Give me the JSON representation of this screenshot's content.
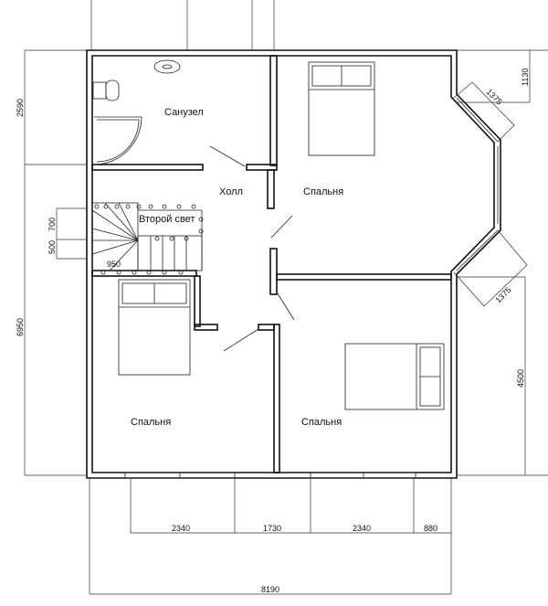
{
  "rooms": {
    "bathroom": "Санузел",
    "hall": "Холл",
    "bedroom_top_right": "Спальня",
    "second_light": "Второй свет",
    "bedroom_bottom_left": "Спальня",
    "bedroom_bottom_right": "Спальня"
  },
  "dimensions": {
    "left_top": "2590",
    "left_total": "6950",
    "stair_700": "700",
    "stair_500": "500",
    "stair_950": "950",
    "right_top": "1130",
    "bay_top": "1375",
    "bay_bottom": "1375",
    "right_bottom": "4500",
    "bottom_1": "2340",
    "bottom_2": "1730",
    "bottom_3": "2340",
    "bottom_4": "880",
    "bottom_total": "8190"
  }
}
